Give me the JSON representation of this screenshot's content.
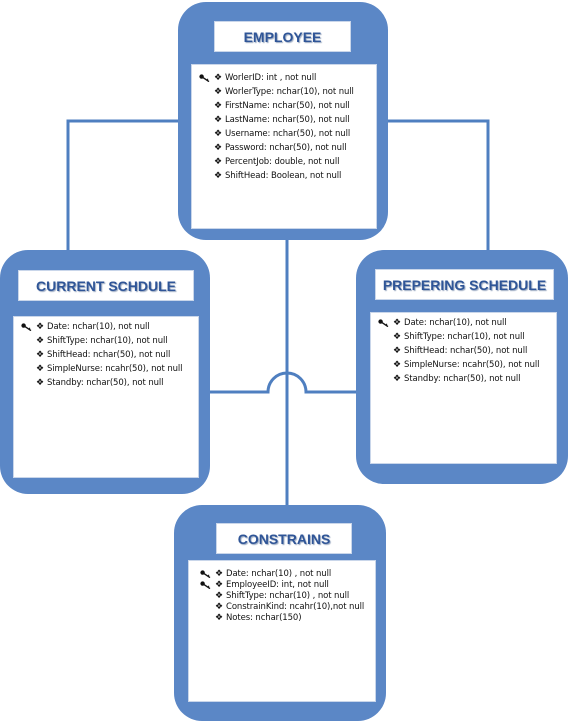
{
  "tables": {
    "employee": {
      "title": "EMPLOYEE",
      "fields": [
        {
          "text": "WorlerID: int , not null",
          "key": true
        },
        {
          "text": "WorlerType: nchar(10), not null",
          "key": false
        },
        {
          "text": "FirstName: nchar(50), not null",
          "key": false
        },
        {
          "text": "LastName: nchar(50), not null",
          "key": false
        },
        {
          "text": "Username: nchar(50), not null",
          "key": false
        },
        {
          "text": "Password: nchar(50), not null",
          "key": false
        },
        {
          "text": "PercentJob: double, not null",
          "key": false
        },
        {
          "text": "ShiftHead: Boolean, not null",
          "key": false
        }
      ]
    },
    "current": {
      "title": "CURRENT SCHDULE",
      "fields": [
        {
          "text": "Date: nchar(10), not null",
          "key": true
        },
        {
          "text": "ShiftType: nchar(10), not null",
          "key": false
        },
        {
          "text": "ShiftHead: nchar(50), not null",
          "key": false
        },
        {
          "text": "SimpleNurse: ncahr(50), not null",
          "key": false
        },
        {
          "text": "Standby: nchar(50), not null",
          "key": false
        }
      ]
    },
    "prepering": {
      "title": "PREPERING SCHEDULE",
      "fields": [
        {
          "text": "Date: nchar(10), not null",
          "key": true
        },
        {
          "text": "ShiftType: nchar(10), not null",
          "key": false
        },
        {
          "text": "ShiftHead: nchar(50), not null",
          "key": false
        },
        {
          "text": "SimpleNurse: ncahr(50), not null",
          "key": false
        },
        {
          "text": "Standby: nchar(50), not null",
          "key": false
        }
      ]
    },
    "constrains": {
      "title": "CONSTRAINS",
      "fields": [
        {
          "text": "Date: nchar(10) , not null",
          "key": true
        },
        {
          "text": "EmployeeID: int, not null",
          "key": true
        },
        {
          "text": "ShiftType: nchar(10) , not null",
          "key": false
        },
        {
          "text": "ConstrainKind: ncahr(10),not null",
          "key": false
        },
        {
          "text": "Notes: nchar(150)",
          "key": false
        }
      ]
    }
  },
  "colors": {
    "table_fill": "#5b87c6",
    "connector": "#4f7fc0",
    "title_text": "#2f5597"
  },
  "icons": {
    "key": "key-icon",
    "bullet": "diamond-bullet"
  }
}
